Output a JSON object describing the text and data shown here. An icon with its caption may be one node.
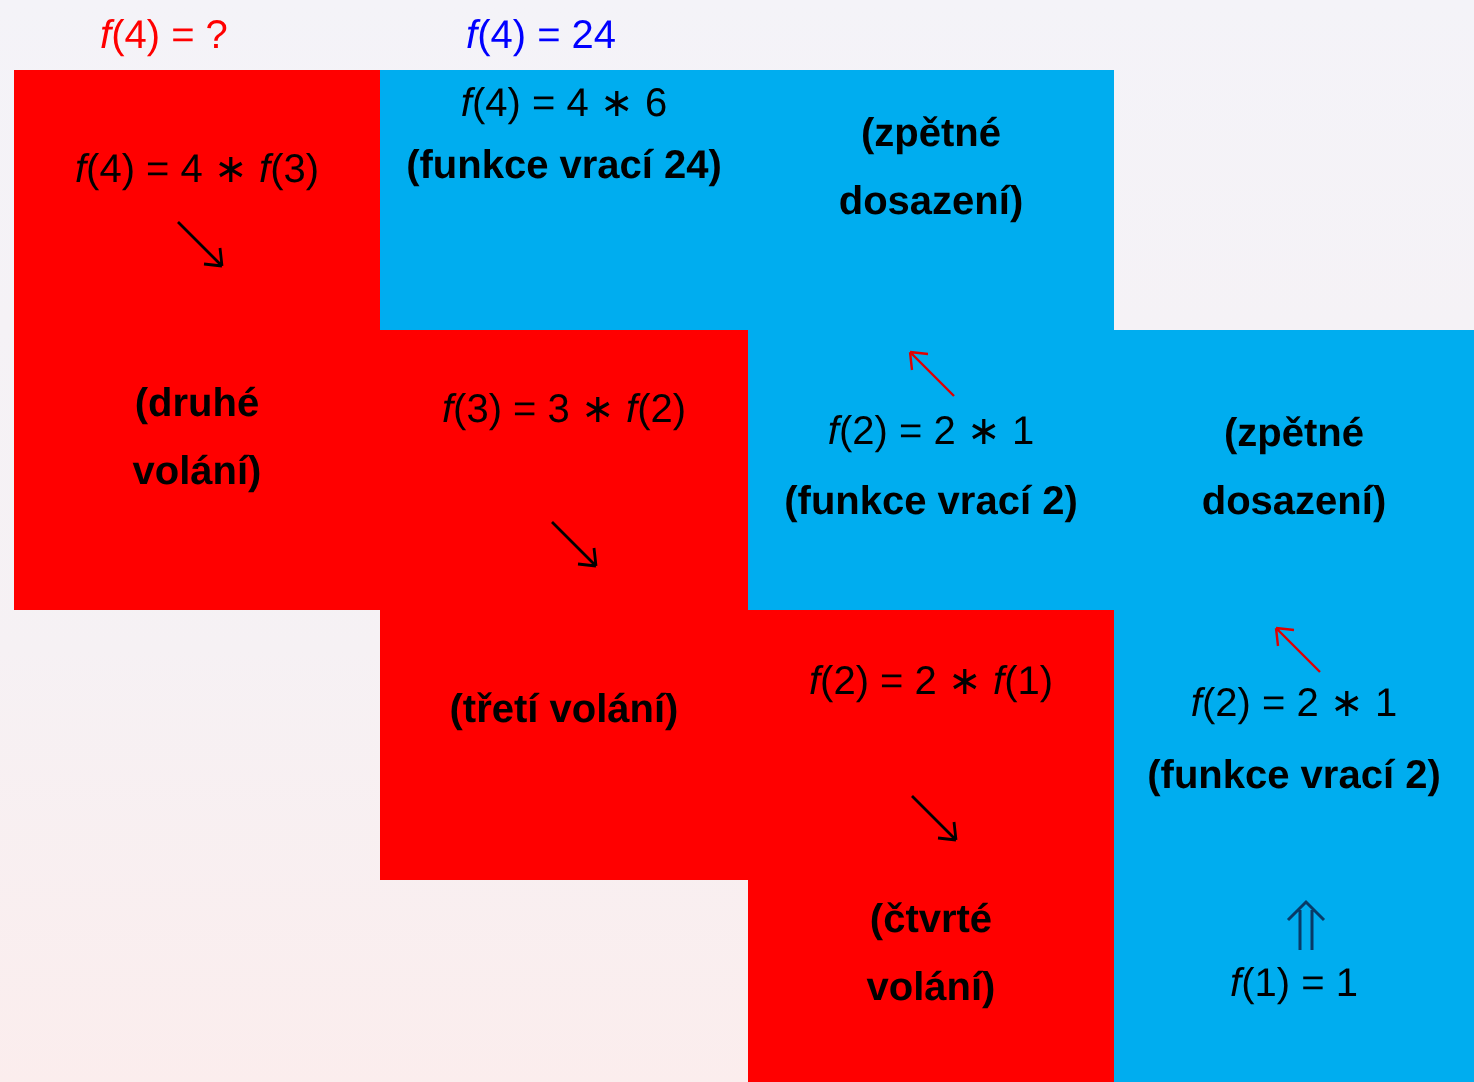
{
  "diagram": {
    "nodes": [
      {
        "text": [
          "*f*(4) = 4 ∗ *f*(3)",
          "(druhé volání)"
        ]
      },
      {
        "text": [
          "*f*(4) = 4 ∗ 6",
          "(funkce vrací 24)"
        ]
      },
      {
        "text": [
          "(zpětné dosazení)",
          "*f*(2) = 2 ∗ 1",
          "(funkce vrací 2)"
        ]
      },
      {
        "text": [
          "*f*(3) = 3 ∗ *f*(2)",
          "(třetí volání)"
        ]
      },
      {
        "text": [
          "(zpětné dosazení)",
          "*f*(2) = 2 ∗ 1",
          "(funkce vrací 2)",
          "*f*(1) = 1"
        ]
      },
      {
        "text": [
          "*f*(2) = 2 ∗ *f*(1)",
          "(čtvrté volání)"
        ]
      }
    ],
    "edges": [],
    "labels": [
      "*f*(4) = ?",
      "*f*(4) = 24"
    ]
  }
}
